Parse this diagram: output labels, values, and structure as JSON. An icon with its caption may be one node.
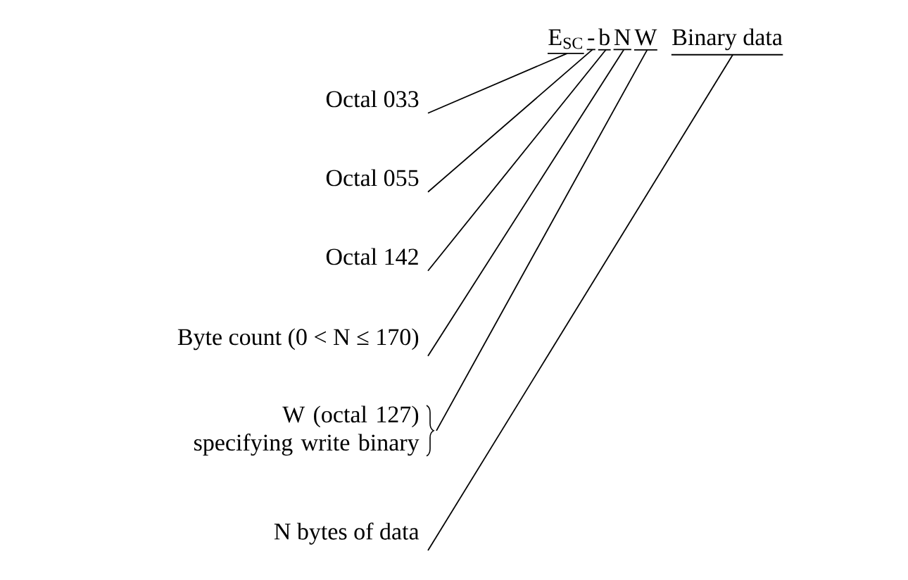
{
  "diagram": {
    "nodes": [
      {
        "text": [
          "E$_{SC}$"
        ]
      },
      {
        "text": [
          "-"
        ]
      },
      {
        "text": [
          "b"
        ]
      },
      {
        "text": [
          "N"
        ]
      },
      {
        "text": [
          "W"
        ]
      },
      {
        "text": [
          "Binary data"
        ]
      },
      {
        "text": [
          "Octal 033"
        ]
      },
      {
        "text": [
          "Octal 055"
        ]
      },
      {
        "text": [
          "Octal 142"
        ]
      },
      {
        "text": [
          "Byte count (0 < N ≤ 170)"
        ]
      },
      {
        "text": [
          "W (octal 127) specifying write binary"
        ]
      },
      {
        "text": [
          "N bytes of data"
        ]
      }
    ],
    "edges": [
      {
        "from": 6,
        "to": 0,
        "arrow": "none"
      },
      {
        "from": 7,
        "to": 1,
        "arrow": "none"
      },
      {
        "from": 8,
        "to": 2,
        "arrow": "none"
      },
      {
        "from": 9,
        "to": 3,
        "arrow": "none"
      },
      {
        "from": 10,
        "to": 4,
        "arrow": "none"
      },
      {
        "from": 11,
        "to": 5,
        "arrow": "none"
      }
    ]
  }
}
